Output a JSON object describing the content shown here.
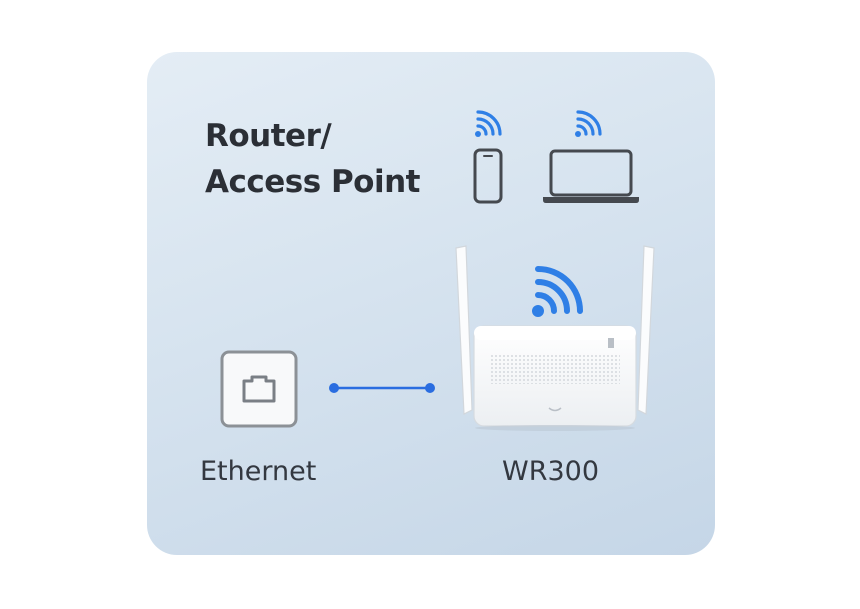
{
  "card": {
    "title_line1": "Router/",
    "title_line2": "Access Point"
  },
  "labels": {
    "ethernet": "Ethernet",
    "router": "WR300"
  },
  "icons": [
    "wifi-icon",
    "smartphone-icon",
    "laptop-icon",
    "ethernet-port-icon",
    "router-icon"
  ],
  "colors": {
    "wifi": "#2f7fe6",
    "connector": "#2a6de0",
    "text": "#2b2f36"
  }
}
